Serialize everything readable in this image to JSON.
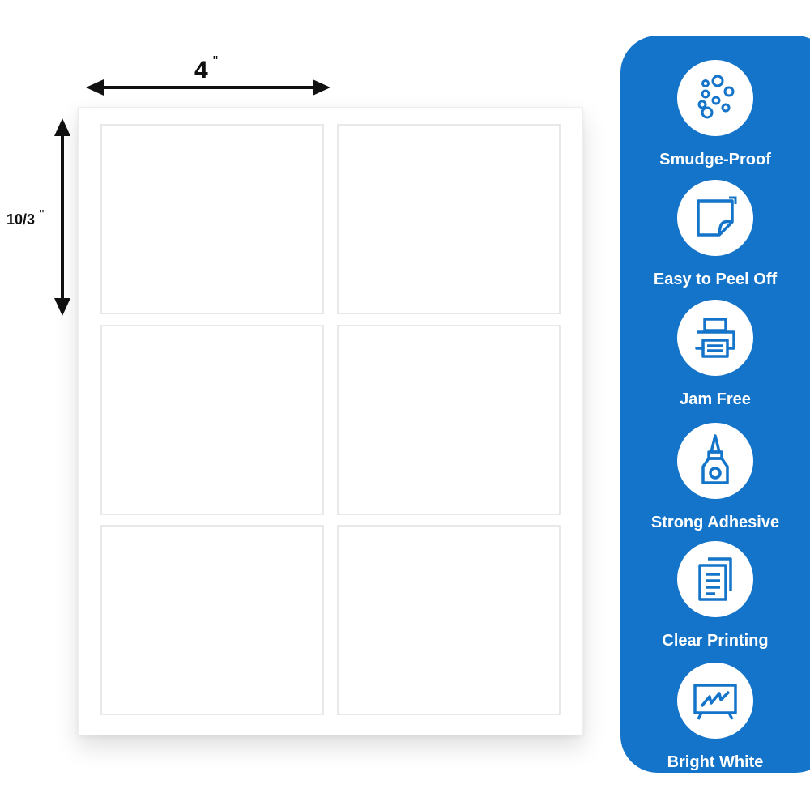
{
  "dimensions": {
    "width_value": "4",
    "width_unit": "\"",
    "height_value": "10/3",
    "height_unit": "\""
  },
  "sheet": {
    "rows": 3,
    "columns": 2
  },
  "features": [
    {
      "label": "Smudge-Proof",
      "icon": "bubbles-icon"
    },
    {
      "label": "Easy to Peel Off",
      "icon": "peel-corner-icon"
    },
    {
      "label": "Jam Free",
      "icon": "printer-icon"
    },
    {
      "label": "Strong Adhesive",
      "icon": "glue-bottle-icon"
    },
    {
      "label": "Clear Printing",
      "icon": "documents-icon"
    },
    {
      "label": "Bright White",
      "icon": "whiteboard-icon"
    }
  ],
  "colors": {
    "panel": "#1474c9",
    "icon": "#1474c9",
    "label_border": "#e8e8e8"
  }
}
